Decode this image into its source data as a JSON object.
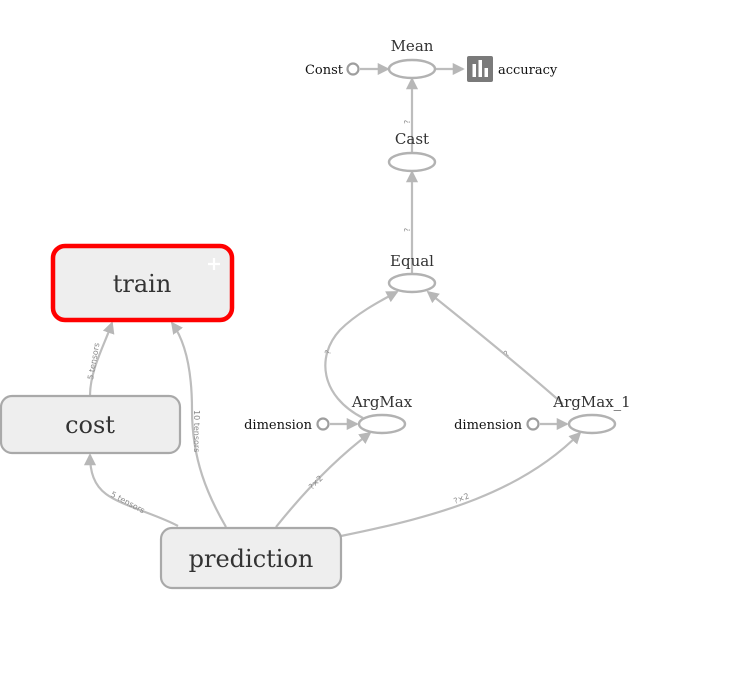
{
  "graph": {
    "groups": {
      "train": {
        "label": "train",
        "selected": true
      },
      "cost": {
        "label": "cost"
      },
      "prediction": {
        "label": "prediction"
      }
    },
    "ops": {
      "mean": {
        "label": "Mean"
      },
      "cast": {
        "label": "Cast"
      },
      "equal": {
        "label": "Equal"
      },
      "argmax": {
        "label": "ArgMax"
      },
      "argmax_1": {
        "label": "ArgMax_1"
      }
    },
    "constants": {
      "mean_const": {
        "label": "Const"
      },
      "argmax_dimension": {
        "label": "dimension"
      },
      "argmax_1_dimension": {
        "label": "dimension"
      }
    },
    "summary": {
      "label": "accuracy",
      "icon": "summary-bar-chart-icon"
    },
    "edge_labels": {
      "cost_to_train": "5 tensors",
      "prediction_to_train": "10 tensors",
      "prediction_to_cost": "5 tensors",
      "prediction_to_argmax": "?×2",
      "prediction_to_argmax_1": "?×2",
      "argmax_to_equal": "?",
      "argmax_1_to_equal": "?",
      "equal_to_cast": "?",
      "cast_to_mean": "?"
    },
    "colors": {
      "edge": "#bdbdbd",
      "selected_border": "#ff0000",
      "group_fill": "#eeeeee",
      "group_border": "#a9a9a9",
      "summary_icon": "#7a7a7a"
    }
  }
}
